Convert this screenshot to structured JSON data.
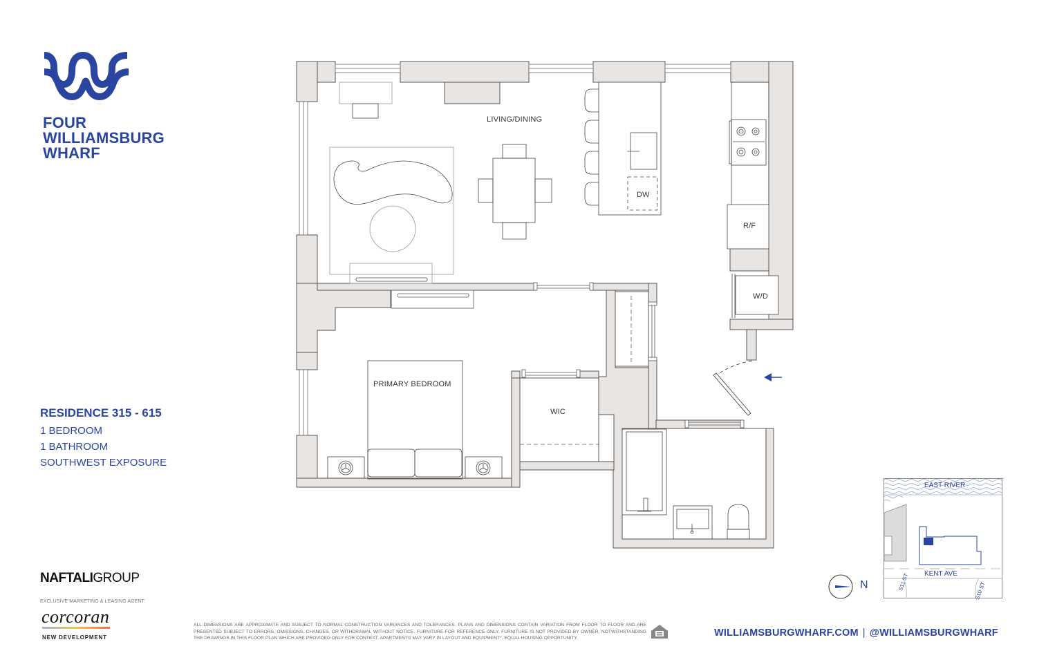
{
  "brand": {
    "name_lines": [
      "FOUR",
      "WILLIAMSBURG",
      "WHARF"
    ],
    "color": "#2a45a0"
  },
  "residence": {
    "title": "RESIDENCE 315 - 615",
    "bedrooms": "1 BEDROOM",
    "bathrooms": "1 BATHROOM",
    "exposure": "SOUTHWEST EXPOSURE"
  },
  "floor_plan": {
    "rooms": {
      "living": "LIVING/DINING",
      "bedroom": "PRIMARY BEDROOM",
      "closet": "WIC",
      "dishwasher": "DW",
      "fridge": "R/F",
      "laundry": "W/D"
    },
    "wall_color": "#e8e5e2",
    "line_color": "#555555",
    "entry_arrow_color": "#2a45a0"
  },
  "compass": {
    "label": "N"
  },
  "site_map": {
    "river": "EAST RIVER",
    "avenue": "KENT AVE",
    "street_left": "S11 ST",
    "street_right": "S10 ST"
  },
  "footer": {
    "developer_bold": "NAFTALI",
    "developer_light": "GROUP",
    "agent_caption": "EXCLUSIVE MARKETING & LEASING AGENT:",
    "agent_name": "corcoran",
    "agent_division": "NEW DEVELOPMENT",
    "disclaimer": "ALL DIMENSIONS ARE APPROXIMATE AND SUBJECT TO NORMAL CONSTRUCTION VARIANCES AND TOLERANCES. PLANS AND DIMENSIONS CONTAIN VARIATION FROM FLOOR TO FLOOR AND ARE PRESENTED SUBJECT TO ERRORS, OMISSIONS, CHANGES, OR WITHDRAWAL WITHOUT NOTICE. FURNITURE FOR REFERENCE ONLY. FURNITURE IS NOT PROVIDED BY OWNER, NOTWITHSTANDING THE DRAWINGS IN THIS FLOOR PLAN WHICH ARE PROVIDED ONLY FOR CONTEXT. APARTMENTS MAY VARY IN LAYOUT AND EQUIPMENT*. EQUAL HOUSING OPPORTUNITY.",
    "website": "WILLIAMSBURGWHARF.COM",
    "separator": "|",
    "social": "@WILLIAMSBURGWHARF"
  }
}
